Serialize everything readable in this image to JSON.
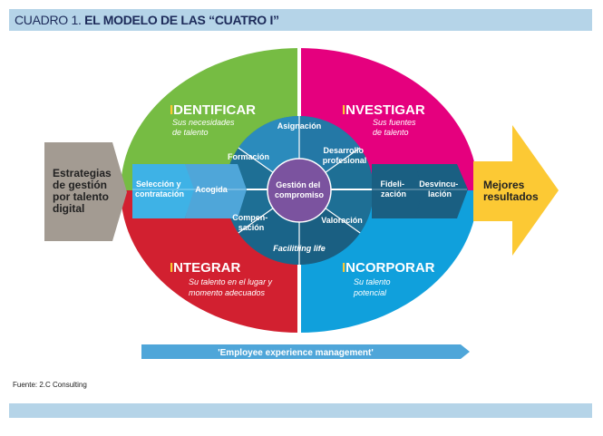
{
  "title": {
    "prefix": "CUADRO 1.",
    "main": "EL MODELO DE LAS “CUATRO I”"
  },
  "colors": {
    "green": "#76bc43",
    "magenta": "#e5007e",
    "red": "#d22030",
    "blue": "#10a0dc",
    "gray": "#a39b92",
    "yellow": "#fcc934",
    "ring": "#1e6f95",
    "ring_light": "#2b8bbc",
    "center": "#7b539f",
    "arrow": "#4fa6d9",
    "band_bar": "#b5d4e8"
  },
  "left_box": {
    "lines": [
      "Estrategias",
      "de gestión",
      "por talento",
      "digital"
    ]
  },
  "right_arrow": {
    "lines": [
      "Mejores",
      "resultados"
    ]
  },
  "quadrants": {
    "identificar": {
      "letter": "I",
      "rest": "DENTIFICAR",
      "sub": [
        "Sus necesidades",
        "de talento"
      ]
    },
    "investigar": {
      "letter": "I",
      "rest": "NVESTIGAR",
      "sub": [
        "Sus fuentes",
        "de talento"
      ]
    },
    "integrar": {
      "letter": "I",
      "rest": "NTEGRAR",
      "sub": [
        "Su talento en el lugar y",
        "momento adecuados"
      ]
    },
    "incorporar": {
      "letter": "I",
      "rest": "NCORPORAR",
      "sub": [
        "Su talento",
        "potencial"
      ]
    }
  },
  "ring": {
    "asignacion": [
      "Asignación"
    ],
    "desarrollo": [
      "Desarrollo",
      "profesional"
    ],
    "formacion": [
      "Formación"
    ],
    "valoracion": [
      "Valoración"
    ],
    "compensacion": [
      "Compen-",
      "sación"
    ],
    "facilitating": [
      "Facilitiing life"
    ]
  },
  "center": [
    "Gestión del",
    "compromiso"
  ],
  "band": {
    "seleccion": [
      "Selección y",
      "contratación"
    ],
    "acogida": [
      "Acogida"
    ],
    "fidelizacion": [
      "Fideli-",
      "zación"
    ],
    "desvinculacion": [
      "Desvincu-",
      "lación"
    ]
  },
  "bottom_arrow": "'Employee experience management'",
  "source": "Fuente: 2.C Consulting"
}
